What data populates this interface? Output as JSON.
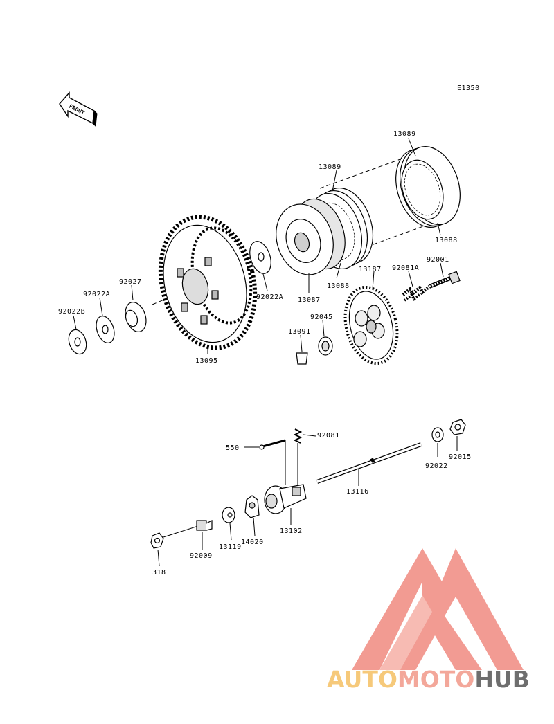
{
  "diagram": {
    "code": "E1350",
    "front_label": "FRONT",
    "labels": {
      "p13089_a": "13089",
      "p13089_b": "13089",
      "p13088_a": "13088",
      "p13088_b": "13088",
      "p13087": "13087",
      "p13187": "13187",
      "p92081a": "92081A",
      "p92001": "92001",
      "p92022a_a": "92022A",
      "p92022a_b": "92022A",
      "p92027": "92027",
      "p92022b": "92022B",
      "p92045": "92045",
      "p13091": "13091",
      "p13095": "13095",
      "p550": "550",
      "p92081": "92081",
      "p92022": "92022",
      "p92015": "92015",
      "p13116": "13116",
      "p13102": "13102",
      "p14020": "14020",
      "p13119": "13119",
      "p92009": "92009",
      "p318": "318"
    }
  },
  "watermark": {
    "brand_auto": "AUTO",
    "brand_moto": "MOTO",
    "brand_hub": "HUB",
    "colors": {
      "auto": "#f6c97a",
      "moto": "#f3a79a",
      "hub": "#6e6e6e",
      "triangle": "#f08a80"
    }
  }
}
